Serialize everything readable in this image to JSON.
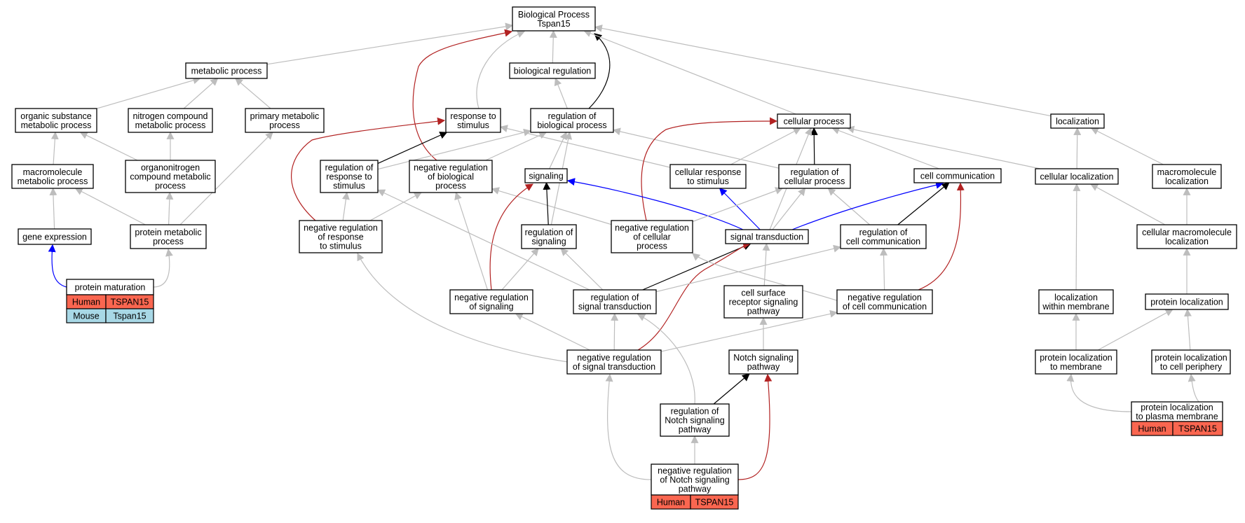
{
  "colors": {
    "is_a": "#bdbdbd",
    "part_of": "#000000",
    "positively_regulates": "#0000ff",
    "negatively_regulates": "#b22222",
    "human_cell": "#fa6650",
    "mouse_cell": "#a8d8e6"
  },
  "nodes": [
    {
      "id": "bp",
      "lines": [
        "Biological Process",
        "Tspan15"
      ]
    },
    {
      "id": "metabolic",
      "lines": [
        "metabolic process"
      ]
    },
    {
      "id": "bioreg",
      "lines": [
        "biological regulation"
      ]
    },
    {
      "id": "orgsub",
      "lines": [
        "organic substance",
        "metabolic process"
      ]
    },
    {
      "id": "nitrogen",
      "lines": [
        "nitrogen compound",
        "metabolic process"
      ]
    },
    {
      "id": "primary",
      "lines": [
        "primary metabolic",
        "process"
      ]
    },
    {
      "id": "response",
      "lines": [
        "response to",
        "stimulus"
      ]
    },
    {
      "id": "regbio",
      "lines": [
        "regulation of",
        "biological process"
      ]
    },
    {
      "id": "cellular",
      "lines": [
        "cellular process"
      ]
    },
    {
      "id": "localization",
      "lines": [
        "localization"
      ]
    },
    {
      "id": "macromet",
      "lines": [
        "macromolecule",
        "metabolic process"
      ]
    },
    {
      "id": "orgnitro",
      "lines": [
        "organonitrogen",
        "compound metabolic",
        "process"
      ]
    },
    {
      "id": "regresp",
      "lines": [
        "regulation of",
        "response to",
        "stimulus"
      ]
    },
    {
      "id": "negregbio",
      "lines": [
        "negative regulation",
        "of biological",
        "process"
      ]
    },
    {
      "id": "signaling",
      "lines": [
        "signaling"
      ]
    },
    {
      "id": "cellresp",
      "lines": [
        "cellular response",
        "to stimulus"
      ]
    },
    {
      "id": "regcell",
      "lines": [
        "regulation of",
        "cellular process"
      ]
    },
    {
      "id": "cellcomm",
      "lines": [
        "cell communication"
      ]
    },
    {
      "id": "cellloc",
      "lines": [
        "cellular localization"
      ]
    },
    {
      "id": "macroloc",
      "lines": [
        "macromolecule",
        "localization"
      ]
    },
    {
      "id": "geneexpr",
      "lines": [
        "gene expression"
      ]
    },
    {
      "id": "protmet",
      "lines": [
        "protein metabolic",
        "process"
      ]
    },
    {
      "id": "negregresp",
      "lines": [
        "negative regulation",
        "of response",
        "to stimulus"
      ]
    },
    {
      "id": "regsig",
      "lines": [
        "regulation of",
        "signaling"
      ]
    },
    {
      "id": "negregcell",
      "lines": [
        "negative regulation",
        "of cellular",
        "process"
      ]
    },
    {
      "id": "sigtrans",
      "lines": [
        "signal transduction"
      ]
    },
    {
      "id": "regcellcomm",
      "lines": [
        "regulation of",
        "cell communication"
      ]
    },
    {
      "id": "cellmacroloc",
      "lines": [
        "cellular macromolecule",
        "localization"
      ]
    },
    {
      "id": "protmat",
      "lines": [
        "protein maturation"
      ],
      "genes": [
        [
          "Human",
          "TSPAN15"
        ],
        [
          "Mouse",
          "Tspan15"
        ]
      ]
    },
    {
      "id": "negregsig",
      "lines": [
        "negative regulation",
        "of signaling"
      ]
    },
    {
      "id": "regsigtrans",
      "lines": [
        "regulation of",
        "signal transduction"
      ]
    },
    {
      "id": "cellsurf",
      "lines": [
        "cell surface",
        "receptor signaling",
        "pathway"
      ]
    },
    {
      "id": "negregcellcomm",
      "lines": [
        "negative regulation",
        "of cell communication"
      ]
    },
    {
      "id": "locmem",
      "lines": [
        "localization",
        "within membrane"
      ]
    },
    {
      "id": "protloc",
      "lines": [
        "protein localization"
      ]
    },
    {
      "id": "negregsigtrans",
      "lines": [
        "negative regulation",
        "of signal transduction"
      ]
    },
    {
      "id": "notch",
      "lines": [
        "Notch signaling",
        "pathway"
      ]
    },
    {
      "id": "protlocmem",
      "lines": [
        "protein localization",
        "to membrane"
      ]
    },
    {
      "id": "protloccp",
      "lines": [
        "protein localization",
        "to cell periphery"
      ]
    },
    {
      "id": "regnotch",
      "lines": [
        "regulation of",
        "Notch signaling",
        "pathway"
      ]
    },
    {
      "id": "protlocpm",
      "lines": [
        "protein localization",
        "to plasma membrane"
      ],
      "genes": [
        [
          "Human",
          "TSPAN15"
        ]
      ]
    },
    {
      "id": "negregnotch",
      "lines": [
        "negative regulation",
        "of Notch signaling",
        "pathway"
      ],
      "genes": [
        [
          "Human",
          "TSPAN15"
        ]
      ]
    }
  ],
  "edges": [
    {
      "from": "metabolic",
      "to": "bp",
      "type": "is_a"
    },
    {
      "from": "bioreg",
      "to": "bp",
      "type": "is_a"
    },
    {
      "from": "response",
      "to": "bp",
      "type": "is_a"
    },
    {
      "from": "regbio",
      "to": "bp",
      "type": "part_of"
    },
    {
      "from": "negregbio",
      "to": "bp",
      "type": "negatively_regulates"
    },
    {
      "from": "cellular",
      "to": "bp",
      "type": "is_a"
    },
    {
      "from": "localization",
      "to": "bp",
      "type": "is_a"
    },
    {
      "from": "orgsub",
      "to": "metabolic",
      "type": "is_a"
    },
    {
      "from": "nitrogen",
      "to": "metabolic",
      "type": "is_a"
    },
    {
      "from": "primary",
      "to": "metabolic",
      "type": "is_a"
    },
    {
      "from": "regbio",
      "to": "bioreg",
      "type": "is_a"
    },
    {
      "from": "macromet",
      "to": "orgsub",
      "type": "is_a"
    },
    {
      "from": "orgnitro",
      "to": "orgsub",
      "type": "is_a"
    },
    {
      "from": "orgnitro",
      "to": "nitrogen",
      "type": "is_a"
    },
    {
      "from": "regresp",
      "to": "response",
      "type": "part_of"
    },
    {
      "from": "negregresp",
      "to": "response",
      "type": "negatively_regulates"
    },
    {
      "from": "cellresp",
      "to": "response",
      "type": "is_a"
    },
    {
      "from": "regresp",
      "to": "regbio",
      "type": "is_a"
    },
    {
      "from": "negregbio",
      "to": "regbio",
      "type": "is_a"
    },
    {
      "from": "signaling",
      "to": "regbio",
      "type": "is_a"
    },
    {
      "from": "regsig",
      "to": "regbio",
      "type": "is_a"
    },
    {
      "from": "regcell",
      "to": "regbio",
      "type": "is_a"
    },
    {
      "from": "cellresp",
      "to": "cellular",
      "type": "is_a"
    },
    {
      "from": "regcell",
      "to": "cellular",
      "type": "part_of"
    },
    {
      "from": "negregcell",
      "to": "cellular",
      "type": "negatively_regulates"
    },
    {
      "from": "cellcomm",
      "to": "cellular",
      "type": "is_a"
    },
    {
      "from": "cellloc",
      "to": "cellular",
      "type": "is_a"
    },
    {
      "from": "sigtrans",
      "to": "cellular",
      "type": "is_a"
    },
    {
      "from": "cellloc",
      "to": "localization",
      "type": "is_a"
    },
    {
      "from": "macroloc",
      "to": "localization",
      "type": "is_a"
    },
    {
      "from": "geneexpr",
      "to": "macromet",
      "type": "is_a"
    },
    {
      "from": "protmet",
      "to": "macromet",
      "type": "is_a"
    },
    {
      "from": "protmet",
      "to": "orgnitro",
      "type": "is_a"
    },
    {
      "from": "protmet",
      "to": "primary",
      "type": "is_a"
    },
    {
      "from": "negregresp",
      "to": "regresp",
      "type": "is_a"
    },
    {
      "from": "negregresp",
      "to": "negregbio",
      "type": "is_a"
    },
    {
      "from": "negregcell",
      "to": "negregbio",
      "type": "is_a"
    },
    {
      "from": "negregsig",
      "to": "negregbio",
      "type": "is_a"
    },
    {
      "from": "regsig",
      "to": "signaling",
      "type": "part_of"
    },
    {
      "from": "sigtrans",
      "to": "signaling",
      "type": "positively_regulates"
    },
    {
      "from": "negregsig",
      "to": "signaling",
      "type": "negatively_regulates"
    },
    {
      "from": "sigtrans",
      "to": "cellresp",
      "type": "positively_regulates"
    },
    {
      "from": "negregcell",
      "to": "regcell",
      "type": "is_a"
    },
    {
      "from": "sigtrans",
      "to": "regcell",
      "type": "is_a"
    },
    {
      "from": "regcellcomm",
      "to": "regcell",
      "type": "is_a"
    },
    {
      "from": "sigtrans",
      "to": "cellcomm",
      "type": "positively_regulates"
    },
    {
      "from": "regcellcomm",
      "to": "cellcomm",
      "type": "part_of"
    },
    {
      "from": "negregcellcomm",
      "to": "cellcomm",
      "type": "negatively_regulates"
    },
    {
      "from": "cellmacroloc",
      "to": "cellloc",
      "type": "is_a"
    },
    {
      "from": "locmem",
      "to": "cellloc",
      "type": "is_a"
    },
    {
      "from": "cellmacroloc",
      "to": "macroloc",
      "type": "is_a"
    },
    {
      "from": "protmat",
      "to": "geneexpr",
      "type": "positively_regulates"
    },
    {
      "from": "protmat",
      "to": "protmet",
      "type": "is_a"
    },
    {
      "from": "negregsig",
      "to": "regsig",
      "type": "is_a"
    },
    {
      "from": "regsigtrans",
      "to": "regsig",
      "type": "is_a"
    },
    {
      "from": "regsigtrans",
      "to": "regresp",
      "type": "is_a"
    },
    {
      "from": "negregsigtrans",
      "to": "negregresp",
      "type": "is_a"
    },
    {
      "from": "regsigtrans",
      "to": "sigtrans",
      "type": "part_of"
    },
    {
      "from": "cellsurf",
      "to": "sigtrans",
      "type": "is_a"
    },
    {
      "from": "negregsigtrans",
      "to": "sigtrans",
      "type": "negatively_regulates"
    },
    {
      "from": "negregcellcomm",
      "to": "regcellcomm",
      "type": "is_a"
    },
    {
      "from": "regsigtrans",
      "to": "regcellcomm",
      "type": "is_a"
    },
    {
      "from": "negregcellcomm",
      "to": "negregcell",
      "type": "is_a"
    },
    {
      "from": "protloc",
      "to": "cellmacroloc",
      "type": "is_a"
    },
    {
      "from": "negregsigtrans",
      "to": "negregsig",
      "type": "is_a"
    },
    {
      "from": "negregsigtrans",
      "to": "regsigtrans",
      "type": "is_a"
    },
    {
      "from": "regnotch",
      "to": "regsigtrans",
      "type": "is_a"
    },
    {
      "from": "notch",
      "to": "cellsurf",
      "type": "is_a"
    },
    {
      "from": "negregsigtrans",
      "to": "negregcellcomm",
      "type": "is_a"
    },
    {
      "from": "protlocmem",
      "to": "locmem",
      "type": "is_a"
    },
    {
      "from": "protlocmem",
      "to": "protloc",
      "type": "is_a"
    },
    {
      "from": "protloccp",
      "to": "protloc",
      "type": "is_a"
    },
    {
      "from": "negregnotch",
      "to": "negregsigtrans",
      "type": "is_a"
    },
    {
      "from": "regnotch",
      "to": "notch",
      "type": "part_of"
    },
    {
      "from": "negregnotch",
      "to": "notch",
      "type": "negatively_regulates"
    },
    {
      "from": "negregnotch",
      "to": "regnotch",
      "type": "is_a"
    },
    {
      "from": "protlocpm",
      "to": "protlocmem",
      "type": "is_a"
    },
    {
      "from": "protlocpm",
      "to": "protloccp",
      "type": "is_a"
    }
  ]
}
